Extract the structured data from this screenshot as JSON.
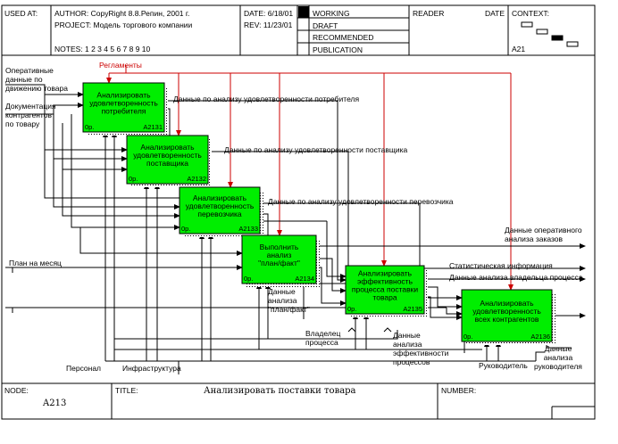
{
  "header": {
    "used_at": "USED AT:",
    "author": "AUTHOR: CopyRight 8.8.Репин, 2001 г.",
    "project": "PROJECT: Модель торгового компании",
    "date": "DATE: 6/18/01",
    "rev": "REV: 11/23/01",
    "notes": "NOTES: 1 2 3 4 5 6 7 8 9 10",
    "working": "WORKING",
    "draft": "DRAFT",
    "recommended": "RECOMMENDED",
    "publication": "PUBLICATION",
    "reader": "READER",
    "date2": "DATE",
    "context": "CONTEXT:",
    "context_node": "A21"
  },
  "footer": {
    "node_label": "NODE:",
    "node_value": "A213",
    "title_label": "TITLE:",
    "title_value": "Анализировать поставки товара",
    "number_label": "NUMBER:"
  },
  "boxes": [
    {
      "lines": [
        "Анализировать",
        "удовлетворенность",
        "потребителя"
      ],
      "num": "A2131",
      "cost": "0р."
    },
    {
      "lines": [
        "Анализировать",
        "удовлетворенность",
        "поставщика"
      ],
      "num": "A2132",
      "cost": "0р."
    },
    {
      "lines": [
        "Анализировать",
        "удовлетворенность",
        "перевозчика"
      ],
      "num": "A2133",
      "cost": "0р."
    },
    {
      "lines": [
        "Выполнить",
        "анализ",
        "\"план/факт\""
      ],
      "num": "A2134",
      "cost": "0р."
    },
    {
      "lines": [
        "Анализировать",
        "эффективность",
        "процесса поставки",
        "товара"
      ],
      "num": "A2135",
      "cost": "0р."
    },
    {
      "lines": [
        "Анализировать",
        "удовлетворенность",
        "всех контрагентов"
      ],
      "num": "A2136",
      "cost": "0р."
    }
  ],
  "arrows": {
    "reglamenty": "Регламенты",
    "in1": [
      "Оперативные",
      "данные по",
      "движению товара"
    ],
    "in2": [
      "Документация",
      "контрагентов",
      "по товару"
    ],
    "plan": "План на месяц",
    "out1": "Данные по анализу удовлетворенности потребителя",
    "out2": "Данные по анализу удовлетворенности поставщика",
    "out3": "Данные по анализу удовлетворенности перевозчика",
    "out_oper": [
      "Данные оперативного",
      "анализа заказов"
    ],
    "out_stat": "Статистическая информация",
    "out_owner": "Данные анализа владельца процесса",
    "plan_fact": [
      "Данные",
      "анализа",
      "\"план/факт\""
    ],
    "owner": [
      "Владелец",
      "процесса"
    ],
    "eff": [
      "Данные",
      "анализа",
      "эффективности",
      "процессов"
    ],
    "personal": "Персонал",
    "infra": "Инфраструктура",
    "ruk": "Руководитель",
    "ruk_data": [
      "Данные",
      "анализа",
      "руководителя"
    ]
  }
}
